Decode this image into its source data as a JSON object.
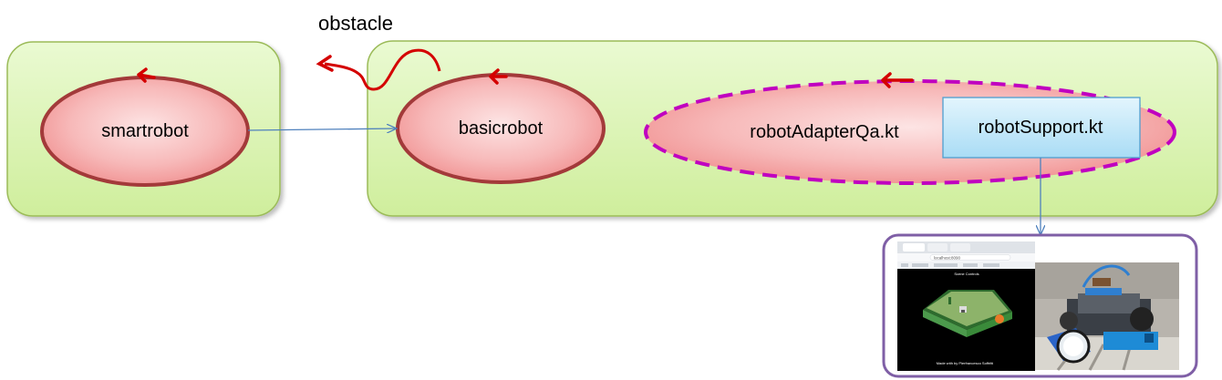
{
  "diagram": {
    "obstacle_label": "obstacle",
    "nodes": {
      "smartrobot": "smartrobot",
      "basicrobot": "basicrobot",
      "adapter": "robotAdapterQa.kt",
      "support": "robotSupport.kt"
    },
    "screenshot": {
      "browser_url": "localhost:8090",
      "scene_title": "Scene Controls",
      "footer_text": "Made with  by Pierfrancesco Soffritti"
    }
  },
  "colors": {
    "context_fill": "#d8f2a8",
    "context_stroke": "#9bbb59",
    "actor_fill": "#f4a6a6",
    "actor_stroke": "#a33a3a",
    "adapter_stroke": "#c000c0",
    "support_fill": "#bfe6f8",
    "support_stroke": "#4f9ecf",
    "event_arrow": "#e00000",
    "link": "#4f81bd",
    "frame": "#7f5fa6"
  }
}
